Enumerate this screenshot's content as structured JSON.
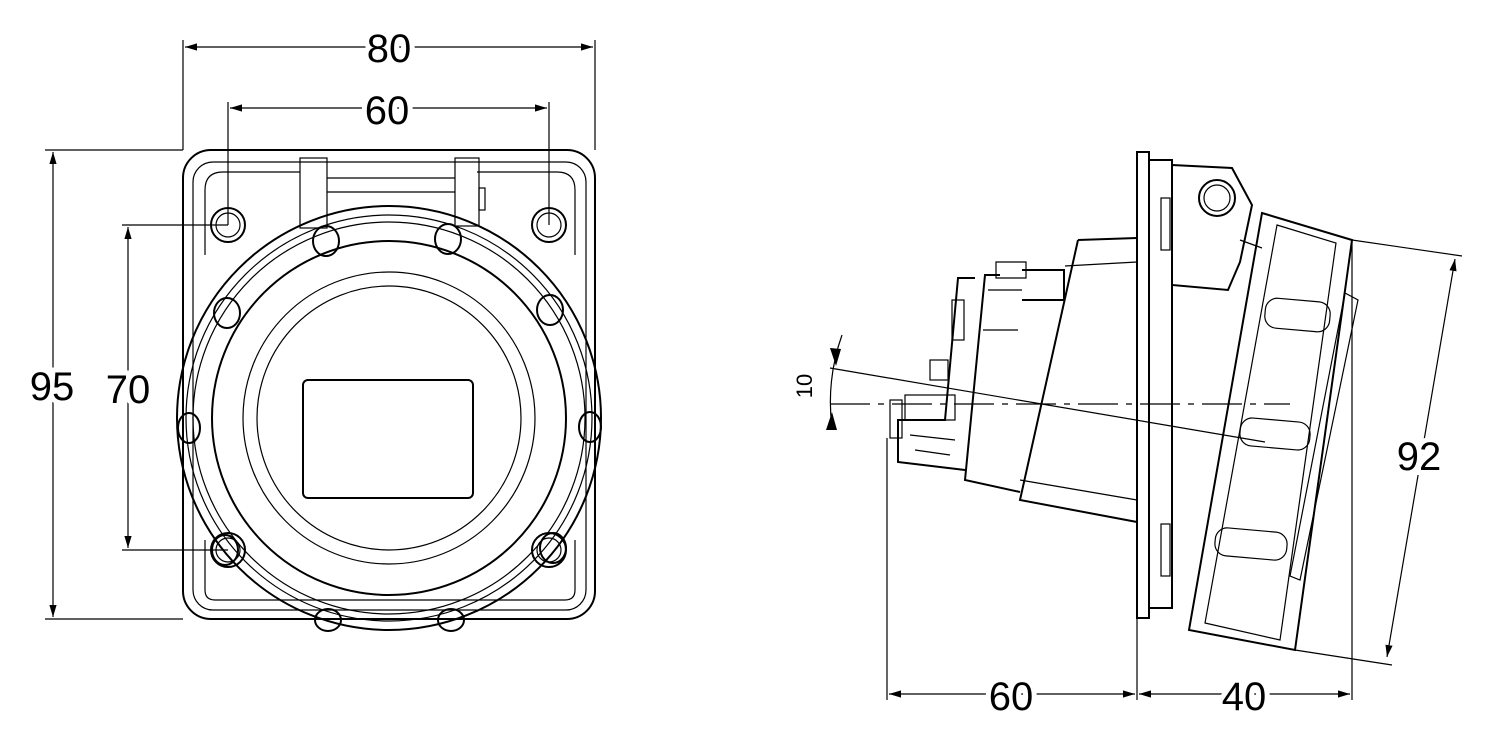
{
  "front_view": {
    "dimensions": {
      "overall_width": "80",
      "hole_spacing_horizontal": "60",
      "overall_height": "95",
      "hole_spacing_vertical": "70"
    }
  },
  "side_view": {
    "dimensions": {
      "tilt_angle": "10",
      "rear_depth": "60",
      "front_depth": "40",
      "lid_length": "92"
    }
  }
}
